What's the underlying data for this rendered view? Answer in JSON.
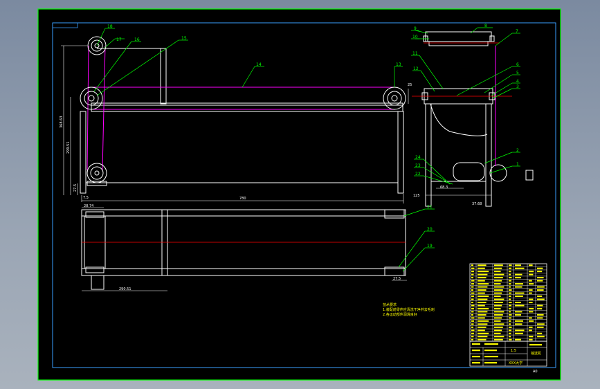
{
  "colors": {
    "background": "#000000",
    "outer_frame": "#00ff00",
    "inner_frame": "#3aa0ff",
    "geometry": "#ffffff",
    "leaders": "#00ff00",
    "belt": "#ff00ff",
    "centerline": "#ff0000",
    "notes": "#ffff00",
    "titleblock_lines": "#ffffff"
  },
  "balloons": {
    "b1": "1",
    "b2": "2",
    "b3": "3",
    "b4": "4",
    "b5": "5",
    "b6": "6",
    "b7": "7",
    "b8": "8",
    "b9": "9",
    "b10": "10",
    "b11": "11",
    "b12": "12",
    "b13": "13",
    "b14": "14",
    "b15": "15",
    "b16": "16",
    "b17": "17",
    "b18": "18",
    "b19": "19",
    "b20": "20",
    "b21": "21",
    "b22": "22",
    "b23": "23",
    "b24": "24"
  },
  "dimensions": {
    "overall_length": "780",
    "overall_height": "368.63",
    "inner_height": "299.51",
    "leg_offset": "27.5",
    "leg_small": "7.5",
    "top_width": "28.74",
    "plan_width": "290.51",
    "side_left": "125",
    "side_motor": "68.3",
    "side_right": "37.68",
    "side_shaft": "25",
    "plan_right": "27.5"
  },
  "notes": {
    "line1": "技术要求",
    "line2": "1.装配前零件应清洗干净并去毛刺",
    "line3": "2.各运动部件润滑良好"
  },
  "title_block": {
    "drawing_name": "输送机",
    "scale": "1:5",
    "company": "XXX大学",
    "sheet_no": "A0"
  }
}
